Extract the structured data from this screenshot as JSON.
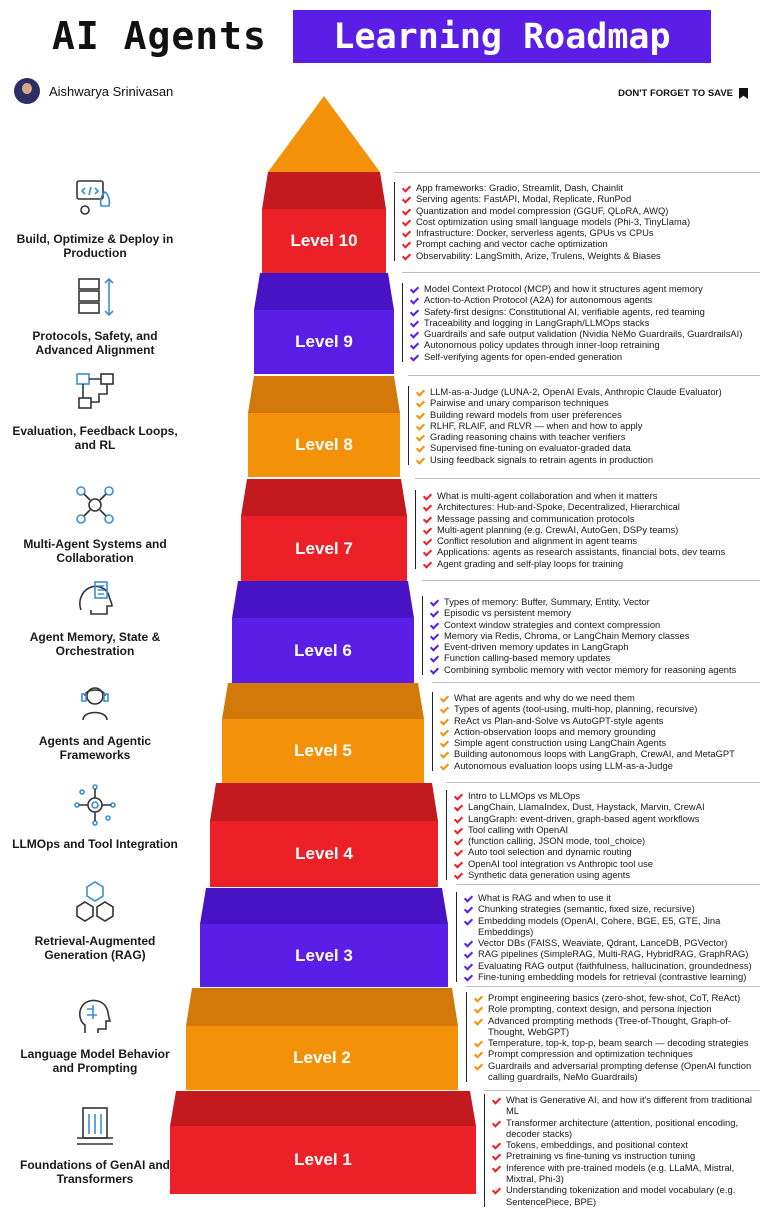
{
  "header": {
    "title_left": "AI Agents",
    "title_right": "Learning Roadmap",
    "author": "Aishwarya Srinivasan",
    "save_text": "DON'T FORGET TO SAVE"
  },
  "colors": {
    "red": "#ec2027",
    "red_top": "#c21a1f",
    "purple": "#5b1ee6",
    "purple_top": "#4713c4",
    "orange": "#f39208",
    "orange_top": "#d2790a"
  },
  "levels": [
    {
      "label": "Level 10",
      "color": "red",
      "topic": "Build, Optimize & Deploy in Production",
      "icon": "deploy-icon",
      "bullets": [
        "App frameworks: Gradio, Streamlit, Dash, Chainlit",
        "Serving agents: FastAPI, Modal, Replicate, RunPod",
        "Quantization and model compression (GGUF, QLoRA, AWQ)",
        "Cost optimization using small language models (Phi-3, TinyLlama)",
        "Infrastructure: Docker, serverless agents, GPUs vs CPUs",
        "Prompt caching and vector cache optimization",
        "Observability: LangSmith, Arize, Trulens, Weights & Biases"
      ]
    },
    {
      "label": "Level 9",
      "color": "purple",
      "topic": "Protocols, Safety, and Advanced Alignment",
      "icon": "server-stack-icon",
      "bullets": [
        "Model Context Protocol (MCP) and how it structures agent memory",
        "Action-to-Action Protocol (A2A) for autonomous agents",
        "Safety-first designs: Constitutional AI, verifiable agents, red teaming",
        "Traceability and logging in LangGraph/LLMOps stacks",
        "Guardrails and safe output validation (Nvidia NeMo Guardrails, GuardrailsAI)",
        "Autonomous policy updates through inner-loop retraining",
        "Self-verifying agents for open-ended generation"
      ]
    },
    {
      "label": "Level 8",
      "color": "orange",
      "topic": "Evaluation, Feedback Loops, and RL",
      "icon": "feedback-loop-icon",
      "bullets": [
        "LLM-as-a-Judge (LUNA-2, OpenAI Evals, Anthropic Claude Evaluator)",
        "Pairwise and unary comparison techniques",
        "Building reward models from user preferences",
        "RLHF, RLAIF, and RLVR — when and how to apply",
        "Grading reasoning chains with teacher verifiers",
        "Supervised fine-tuning on evaluator-graded data",
        "Using feedback signals to retrain agents in production"
      ]
    },
    {
      "label": "Level 7",
      "color": "red",
      "topic": "Multi-Agent Systems and Collaboration",
      "icon": "multi-agent-icon",
      "bullets": [
        "What is multi-agent collaboration and when it matters",
        "Architectures: Hub-and-Spoke, Decentralized, Hierarchical",
        "Message passing and communication protocols",
        "Multi-agent planning (e.g. CrewAI, AutoGen, DSPy teams)",
        "Conflict resolution and alignment in agent teams",
        "Applications: agents as research assistants, financial bots, dev teams",
        "Agent grading and self-play loops for training"
      ]
    },
    {
      "label": "Level 6",
      "color": "purple",
      "topic": "Agent Memory, State & Orchestration",
      "icon": "brain-memory-icon",
      "bullets": [
        "Types of memory: Buffer, Summary, Entity, Vector",
        "Episodic vs persistent memory",
        "Context window strategies and context compression",
        "Memory via Redis, Chroma, or LangChain Memory classes",
        "Event-driven memory updates in LangGraph",
        "Function calling-based memory updates",
        "Combining symbolic memory with vector memory for reasoning agents"
      ]
    },
    {
      "label": "Level 5",
      "color": "orange",
      "topic": "Agents and Agentic Frameworks",
      "icon": "agent-headset-icon",
      "bullets": [
        "What are agents and why do we need them",
        "Types of agents (tool-using, multi-hop, planning, recursive)",
        "ReAct vs Plan-and-Solve vs AutoGPT-style agents",
        "Action-observation loops and memory grounding",
        "Simple agent construction using LangChain Agents",
        "Building autonomous loops with LangGraph, CrewAI, and MetaGPT",
        "Autonomous evaluation loops using LLM-as-a-Judge"
      ]
    },
    {
      "label": "Level 4",
      "color": "red",
      "topic": "LLMOps and Tool Integration",
      "icon": "gear-network-icon",
      "bullets": [
        "Intro to LLMOps vs MLOps",
        "LangChain, LlamaIndex, Dust, Haystack, Marvin, CrewAI",
        "LangGraph: event-driven, graph-based agent workflows",
        "Tool calling with OpenAI",
        "(function calling, JSON mode, tool_choice)",
        "Auto tool selection and dynamic routing",
        "OpenAI tool integration vs Anthropic tool use",
        "Synthetic data generation using agents"
      ]
    },
    {
      "label": "Level 3",
      "color": "purple",
      "topic": "Retrieval-Augmented Generation (RAG)",
      "icon": "hexagon-network-icon",
      "bullets": [
        "What is RAG and when to use it",
        "Chunking strategies (semantic, fixed size, recursive)",
        "Embedding models (OpenAI, Cohere, BGE, E5, GTE, Jina Embeddings)",
        "Vector DBs (FAISS, Weaviate, Qdrant, LanceDB, PGVector)",
        "RAG pipelines (SimpleRAG, Multi-RAG, HybridRAG, GraphRAG)",
        "Evaluating RAG output (faithfulness, hallucination, groundedness)",
        "Fine-tuning embedding models for retrieval (contrastive learning)"
      ]
    },
    {
      "label": "Level 2",
      "color": "orange",
      "topic": "Language Model Behavior and Prompting",
      "icon": "ai-head-icon",
      "bullets": [
        "Prompt engineering basics (zero-shot, few-shot, CoT, ReAct)",
        "Role prompting, context design, and persona injection",
        "Advanced prompting methods (Tree-of-Thought, Graph-of-Thought, WebGPT)",
        "Temperature, top-k, top-p, beam search — decoding strategies",
        "Prompt compression and optimization techniques",
        "Guardrails and adversarial prompting defense (OpenAI function calling guardrails, NeMo Guardrails)"
      ]
    },
    {
      "label": "Level 1",
      "color": "red",
      "topic": "Foundations of GenAI and Transformers",
      "icon": "data-building-icon",
      "bullets": [
        "What is Generative AI, and how it's different from traditional ML",
        "Transformer architecture (attention, positional encoding, decoder stacks)",
        "Tokens, embeddings, and positional context",
        "Pretraining vs fine-tuning vs instruction tuning",
        "Inference with pre-trained models (e.g. LLaMA, Mistral, Mixtral, Phi-3)",
        "Understanding tokenization and model vocabulary (e.g. SentencePiece, BPE)"
      ]
    }
  ]
}
